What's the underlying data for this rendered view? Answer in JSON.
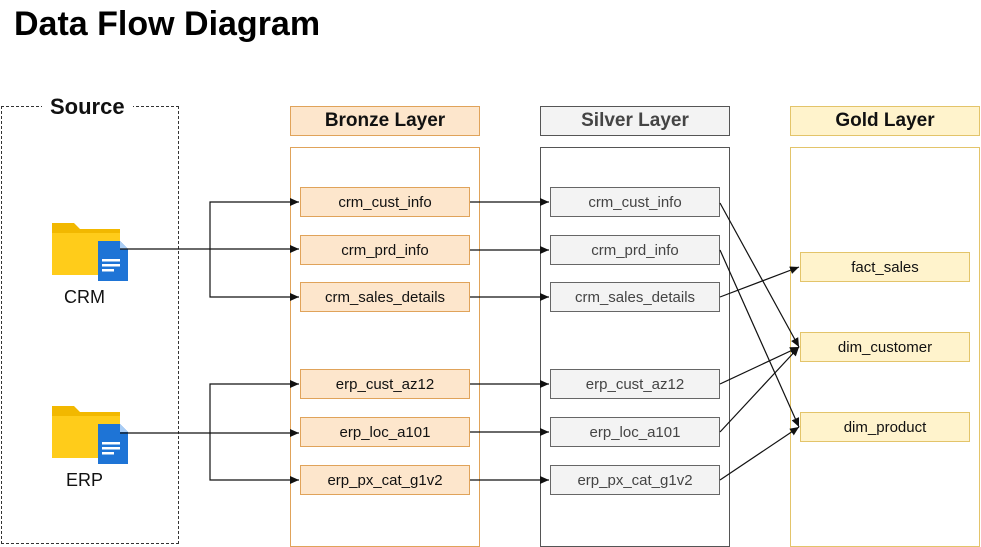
{
  "title": "Data Flow Diagram",
  "source": {
    "title": "Source",
    "systems": [
      {
        "label": "CRM",
        "icon": "folder-document-icon"
      },
      {
        "label": "ERP",
        "icon": "folder-document-icon"
      }
    ]
  },
  "layers": {
    "bronze": {
      "title": "Bronze Layer",
      "color": "#fde6cc",
      "tables": [
        "crm_cust_info",
        "crm_prd_info",
        "crm_sales_details",
        "erp_cust_az12",
        "erp_loc_a101",
        "erp_px_cat_g1v2"
      ]
    },
    "silver": {
      "title": "Silver Layer",
      "color": "#f3f3f3",
      "tables": [
        "crm_cust_info",
        "crm_prd_info",
        "crm_sales_details",
        "erp_cust_az12",
        "erp_loc_a101",
        "erp_px_cat_g1v2"
      ]
    },
    "gold": {
      "title": "Gold Layer",
      "color": "#fff3cc",
      "tables": [
        "fact_sales",
        "dim_customer",
        "dim_product"
      ]
    }
  }
}
